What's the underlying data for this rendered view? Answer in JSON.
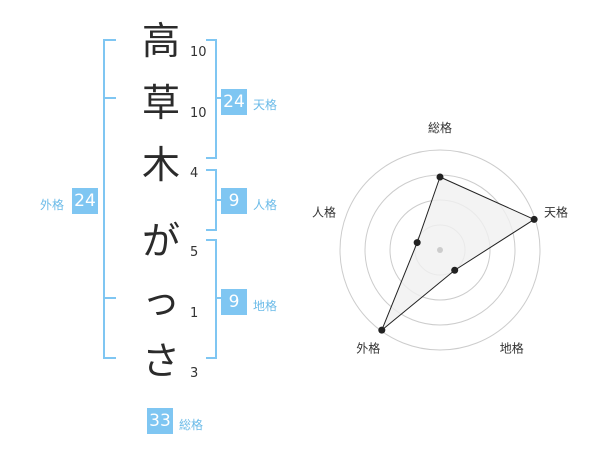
{
  "name_chars": [
    "高",
    "草",
    "木",
    "が",
    "っ",
    "さ"
  ],
  "strokes": [
    "10",
    "10",
    "4",
    "5",
    "1",
    "3"
  ],
  "kaku": {
    "tenkaku": {
      "value": "24",
      "label": "天格"
    },
    "jinkaku": {
      "value": "9",
      "label": "人格"
    },
    "chikaku": {
      "value": "9",
      "label": "地格"
    },
    "gaikaku": {
      "value": "24",
      "label": "外格"
    },
    "soukaku": {
      "value": "33",
      "label": "総格"
    }
  },
  "chart_data": {
    "type": "radar",
    "axes": [
      "総格",
      "天格",
      "地格",
      "外格",
      "人格"
    ],
    "values": [
      0.73,
      0.99,
      0.25,
      0.99,
      0.24
    ],
    "rings": 4,
    "colors": {
      "fill": "#f0f0f0",
      "line": "#222222",
      "ring": "#cccccc",
      "bracket": "#7fc6f2"
    }
  }
}
